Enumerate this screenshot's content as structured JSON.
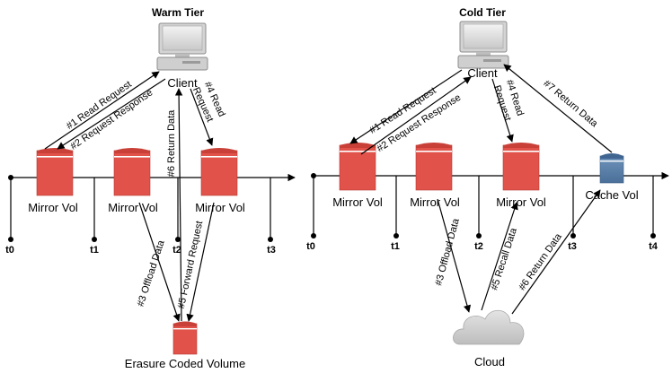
{
  "warm": {
    "title": "Warm Tier",
    "client": "Client",
    "vols": [
      "Mirror Vol",
      "Mirror Vol",
      "Mirror Vol"
    ],
    "ec_label": "Erasure Coded Volume",
    "ticks": [
      "t0",
      "t1",
      "t2",
      "t3"
    ],
    "edges": {
      "e1": "#1 Read Request",
      "e2": "#2 Request Response",
      "e3": "#3 Offload Data",
      "e4a": "#4 Read",
      "e4b": "Request",
      "e5": "#5 Forward Request",
      "e6": "#6 Return Data"
    }
  },
  "cold": {
    "title": "Cold Tier",
    "client": "Client",
    "vols": [
      "Mirror Vol",
      "Mirror Vol",
      "Mirror Vol"
    ],
    "cache_label": "Cache Vol",
    "cloud_label": "Cloud",
    "ticks": [
      "t0",
      "t1",
      "t2",
      "t3",
      "t4"
    ],
    "edges": {
      "e1": "#1 Read Request",
      "e2": "#2 Request Response",
      "e3": "#3 Offload Data",
      "e4a": "#4 Read",
      "e4b": "Request",
      "e5": "#5 Recall Data",
      "e6": "#6 Return Data",
      "e7": "#7 Return Data"
    }
  },
  "colors": {
    "volume": "#e0524a",
    "cache": "#5a7fa8",
    "cloud": "#d0d0d0"
  },
  "icons": [
    "computer-icon",
    "volume-icon",
    "cache-icon",
    "cloud-icon"
  ]
}
